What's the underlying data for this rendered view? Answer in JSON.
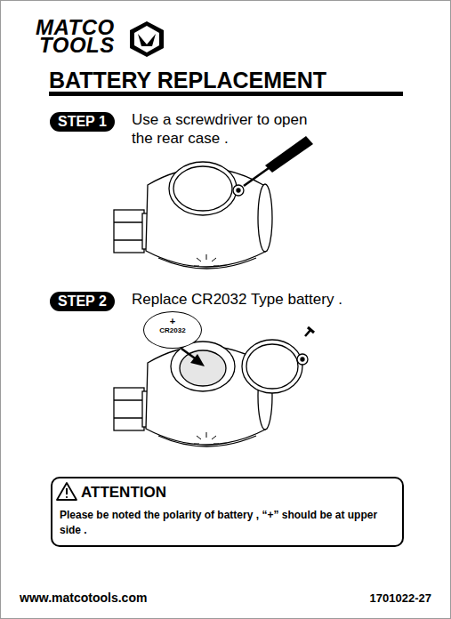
{
  "diagram": {
    "title": "BATTERY REPLACEMENT",
    "nodes": [
      {
        "text": [
          "STEP 1"
        ]
      },
      {
        "text": [
          "STEP 2"
        ]
      },
      {
        "text": [
          "+",
          "CR2032"
        ]
      },
      {
        "text": [
          "ATTENTION",
          "Please be noted the polarity of battery , “+” should be at upper side ."
        ]
      }
    ],
    "labels": [
      "MATCO",
      "TOOLS",
      "Use a screwdriver to open the rear case .",
      "Replace CR2032 Type battery .",
      "www.matcotools.com",
      "1701022-27"
    ]
  }
}
